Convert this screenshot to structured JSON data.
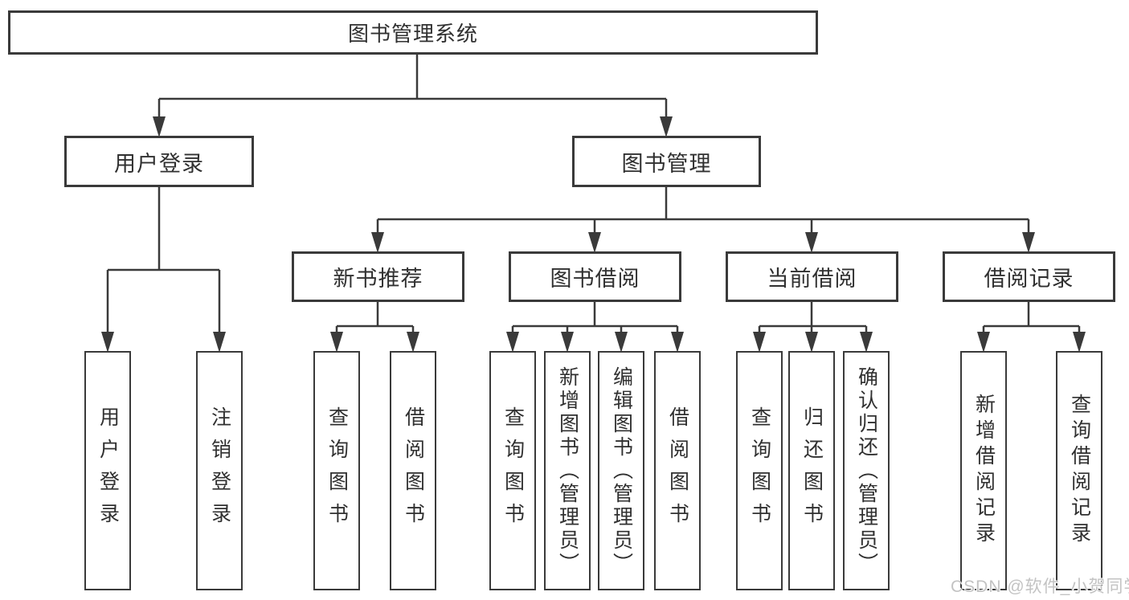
{
  "tree": {
    "root": {
      "label": "图书管理系统",
      "children": [
        {
          "label": "用户登录",
          "children": [
            {
              "label": "用户登录"
            },
            {
              "label": "注销登录"
            }
          ]
        },
        {
          "label": "图书管理",
          "children": [
            {
              "label": "新书推荐",
              "children": [
                {
                  "label": "查询图书"
                },
                {
                  "label": "借阅图书"
                }
              ]
            },
            {
              "label": "图书借阅",
              "children": [
                {
                  "label": "查询图书"
                },
                {
                  "label": "新增图书（管理员）"
                },
                {
                  "label": "编辑图书（管理员）"
                },
                {
                  "label": "借阅图书"
                }
              ]
            },
            {
              "label": "当前借阅",
              "children": [
                {
                  "label": "查询图书"
                },
                {
                  "label": "归还图书"
                },
                {
                  "label": "确认归还（管理员）"
                }
              ]
            },
            {
              "label": "借阅记录",
              "children": [
                {
                  "label": "新增借阅记录"
                },
                {
                  "label": "查询借阅记录"
                }
              ]
            }
          ]
        }
      ]
    }
  },
  "watermark": {
    "text": "CSDN @软件_小贺同学"
  },
  "colors": {
    "line": "#3a3a3a",
    "text": "#303030",
    "watermark": "#c3c3c3",
    "background": "#ffffff"
  }
}
